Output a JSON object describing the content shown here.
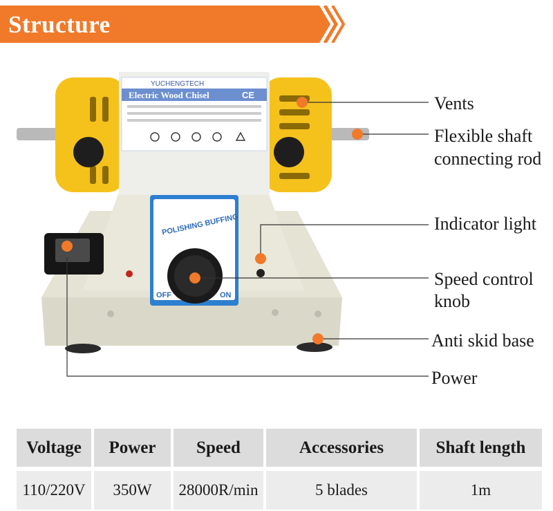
{
  "banner": {
    "title": "Structure",
    "color": "#f07a2a"
  },
  "machine": {
    "brand": "YUCHENGTECH",
    "label_title": "Electric Wood Chisel",
    "label_mark": "CE",
    "panel_text": "POLISHING BUFFING",
    "switch_off": "OFF",
    "switch_on": "ON"
  },
  "callouts": [
    {
      "label": "Vents"
    },
    {
      "label": "Flexible shaft"
    },
    {
      "label": "connecting rod"
    },
    {
      "label": "Indicator light"
    },
    {
      "label": "Speed control"
    },
    {
      "label": "knob"
    },
    {
      "label": "Anti skid base"
    },
    {
      "label": "Power"
    }
  ],
  "specs": {
    "headers": [
      "Voltage",
      "Power",
      "Speed",
      "Accessories",
      "Shaft length"
    ],
    "values": [
      "110/220V",
      "350W",
      "28000R/min",
      "5 blades",
      "1m"
    ]
  }
}
